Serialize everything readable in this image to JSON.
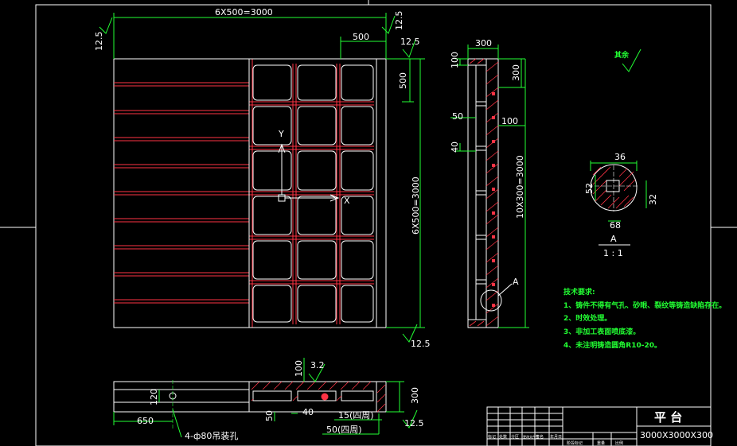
{
  "dimensions": {
    "top_total": "6X500=3000",
    "top_cell": "500",
    "roughness": "12.5",
    "right_total": "6X500=3000",
    "right_cell": "500",
    "section_width": "300",
    "section_top": "100",
    "section_top_right": "300",
    "section_flange": "100",
    "section_50": "50",
    "section_40": "40",
    "section_total": "10X300=3000",
    "detail_36": "36",
    "detail_52": "52",
    "detail_32": "32",
    "detail_68": "68",
    "bottom_100": "100",
    "bottom_32": "3.2",
    "bottom_300": "300",
    "bottom_120": "120",
    "bottom_650": "650",
    "bottom_50": "50",
    "bottom_40": "40",
    "bottom_15": "15(四周)",
    "bottom_50_around": "50(四周)",
    "holes_note": "4-ф80吊装孔"
  },
  "labels": {
    "axis_y": "Y",
    "axis_x": "X",
    "section_mark": "A",
    "detail_title": "A",
    "detail_scale": "1 : 1",
    "other_finish": "其余"
  },
  "notes": {
    "title": "技术要求:",
    "items": [
      "1、铸件不得有气孔、砂眼、裂纹等铸造缺陷存在。",
      "2、时效处理。",
      "3、非加工表面喷底漆。",
      "4、未注明铸造圆角R10-20。"
    ]
  },
  "title_block": {
    "name": "平 台",
    "size": "3000X3000X300",
    "row_labels": [
      "标记",
      "处数",
      "分区",
      "更改文件号",
      "签名",
      "年月日"
    ],
    "col_labels": [
      "阶段标记",
      "重量",
      "比例"
    ]
  },
  "colors": {
    "background": "#000000",
    "outline": "#ffffff",
    "dimension": "#22ff33",
    "slot": "#ff3344",
    "hatch": "#ff3344"
  }
}
